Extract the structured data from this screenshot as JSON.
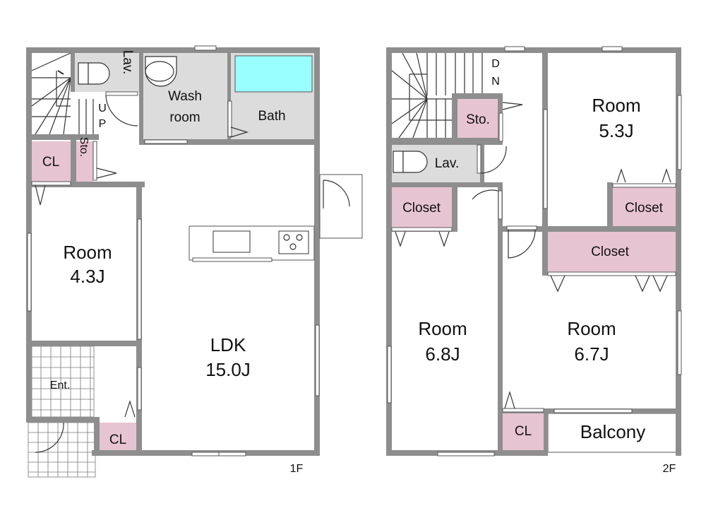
{
  "floor1": {
    "label": "1F",
    "rooms": {
      "lav": "Lav.",
      "wash": [
        "Wash",
        "room"
      ],
      "bath": "Bath",
      "stairs": [
        "U",
        "P"
      ],
      "cl_upper": "CL",
      "sto": "Sto.",
      "room": [
        "Room",
        "4.3J"
      ],
      "ldk": [
        "LDK",
        "15.0J"
      ],
      "ent": "Ent.",
      "cl_lower": "CL"
    }
  },
  "floor2": {
    "label": "2F",
    "rooms": {
      "stairs": [
        "D",
        "N"
      ],
      "sto": "Sto.",
      "lav": "Lav.",
      "closet_left": "Closet",
      "room_53": [
        "Room",
        "5.3J"
      ],
      "closet_room53": "Closet",
      "closet_wide": "Closet",
      "room_68": [
        "Room",
        "6.8J"
      ],
      "room_67": [
        "Room",
        "6.7J"
      ],
      "cl": "CL",
      "balcony": "Balcony"
    }
  },
  "colors": {
    "wall": "#8e8e8e",
    "wet_area": "#dcdcdc",
    "storage": "#e7c4d2",
    "bathtub": "#99ffff"
  }
}
